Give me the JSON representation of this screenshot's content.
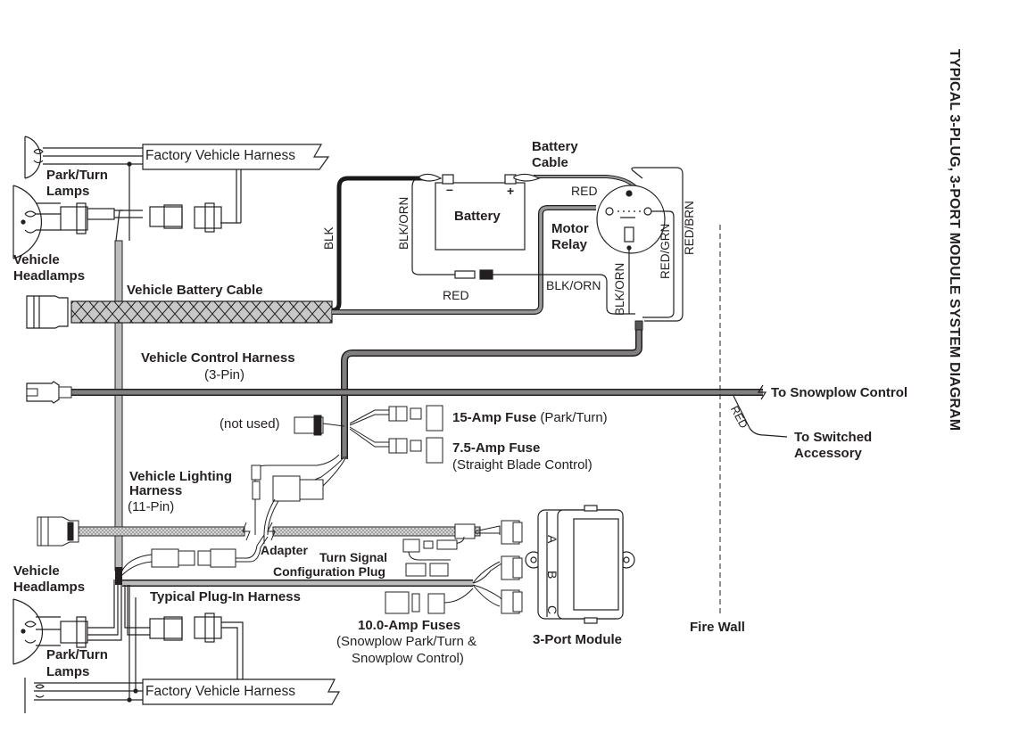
{
  "title": "TYPICAL 3-PLUG, 3-PORT MODULE SYSTEM DIAGRAM",
  "colors": {
    "ink": "#231f20",
    "harness_gray": "#808080",
    "harness_light": "#bdbdbd",
    "battery_black": "#1a1a1a"
  },
  "top_section": {
    "factory_harness": "Factory Vehicle Harness",
    "park_turn_lamps": [
      "Park/Turn",
      "Lamps"
    ],
    "vehicle_headlamps": [
      "Vehicle",
      "Headlamps"
    ],
    "vehicle_battery_cable": "Vehicle Battery Cable",
    "battery": "Battery",
    "battery_minus": "–",
    "battery_plus": "+",
    "battery_cable": [
      "Battery",
      "Cable"
    ],
    "motor_relay": [
      "Motor",
      "Relay"
    ]
  },
  "wire_labels": {
    "blk": "BLK",
    "blk_orn_battery": "BLK/ORN",
    "red_top": "RED",
    "red_bottom": "RED",
    "blk_orn_relay_h": "BLK/ORN",
    "blk_orn_relay_v": "BLK/ORN",
    "red_grn": "RED/GRN",
    "red_brn": "RED/BRN",
    "red_accessory": "RED"
  },
  "middle_section": {
    "control_harness": "Vehicle Control Harness",
    "control_harness_pins": "(3-Pin)",
    "to_snowplow_control": "To Snowplow Control",
    "to_switched_accessory": [
      "To Switched",
      "Accessory"
    ],
    "not_used": "(not used)",
    "fuse_15": "15-Amp Fuse",
    "fuse_15_note": "(Park/Turn)",
    "fuse_75": "7.5-Amp Fuse",
    "fuse_75_note": "(Straight Blade Control)",
    "lighting_harness": [
      "Vehicle Lighting",
      "Harness"
    ],
    "lighting_harness_pins": "(11-Pin)"
  },
  "bottom_section": {
    "adapter": "Adapter",
    "turn_signal_plug": [
      "Turn Signal",
      "Configuration Plug"
    ],
    "vehicle_headlamps": [
      "Vehicle",
      "Headlamps"
    ],
    "typical_plug_in_harness": "Typical Plug-In Harness",
    "fuses_10": "10.0-Amp Fuses",
    "fuses_10_note": [
      "(Snowplow Park/Turn &",
      "Snowplow Control)"
    ],
    "module": "3-Port Module",
    "module_ports": [
      "A",
      "B",
      "C"
    ],
    "park_turn_lamps": [
      "Park/Turn",
      "Lamps"
    ],
    "factory_harness": "Factory Vehicle Harness",
    "fire_wall": "Fire Wall"
  }
}
